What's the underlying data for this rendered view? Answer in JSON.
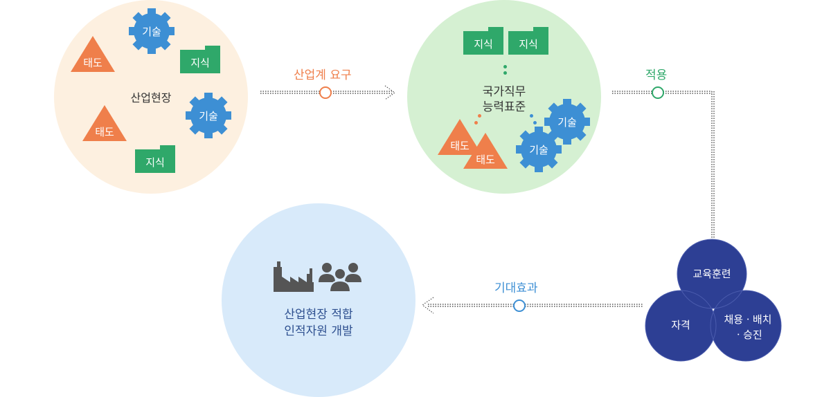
{
  "industry_field": {
    "title": "산업현장",
    "gear_label": "기술",
    "triangle_label": "태도",
    "folder_label": "지식"
  },
  "ncs": {
    "title_line1": "국가직무",
    "title_line2": "능력표준",
    "gear_label": "기술",
    "triangle_label": "태도",
    "folder_label": "지식"
  },
  "flows": {
    "demand": "산업계 요구",
    "apply": "적용",
    "effect": "기대효과"
  },
  "venn": {
    "education": "교육훈련",
    "qualification": "자격",
    "hiring_line1": "채용ㆍ배치",
    "hiring_line2": "ㆍ승진"
  },
  "result": {
    "line1": "산업현장 적합",
    "line2": "인적자원 개발"
  },
  "colors": {
    "peach_bg": "#fdf0e0",
    "green_bg": "#d5f0d2",
    "blue_bg": "#d8eafa",
    "orange": "#ef7f4b",
    "green": "#2fa86a",
    "blue": "#3d8fd4",
    "navy": "#2d3f94"
  }
}
